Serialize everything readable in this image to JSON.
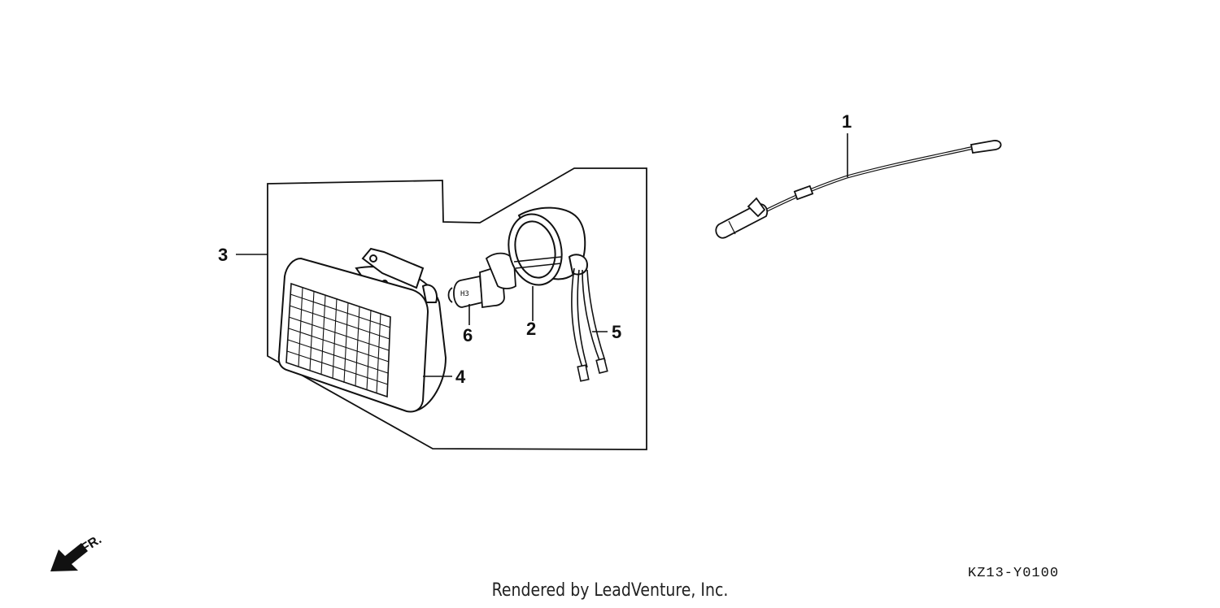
{
  "callouts": {
    "c1": "1",
    "c2": "2",
    "c3": "3",
    "c4": "4",
    "c5": "5",
    "c6": "6"
  },
  "direction_label": "FR.",
  "diagram_code": "KZ13-Y0100",
  "footer_credit": "Rendered by LeadVenture, Inc.",
  "colors": {
    "line": "#111111",
    "background": "#ffffff"
  }
}
